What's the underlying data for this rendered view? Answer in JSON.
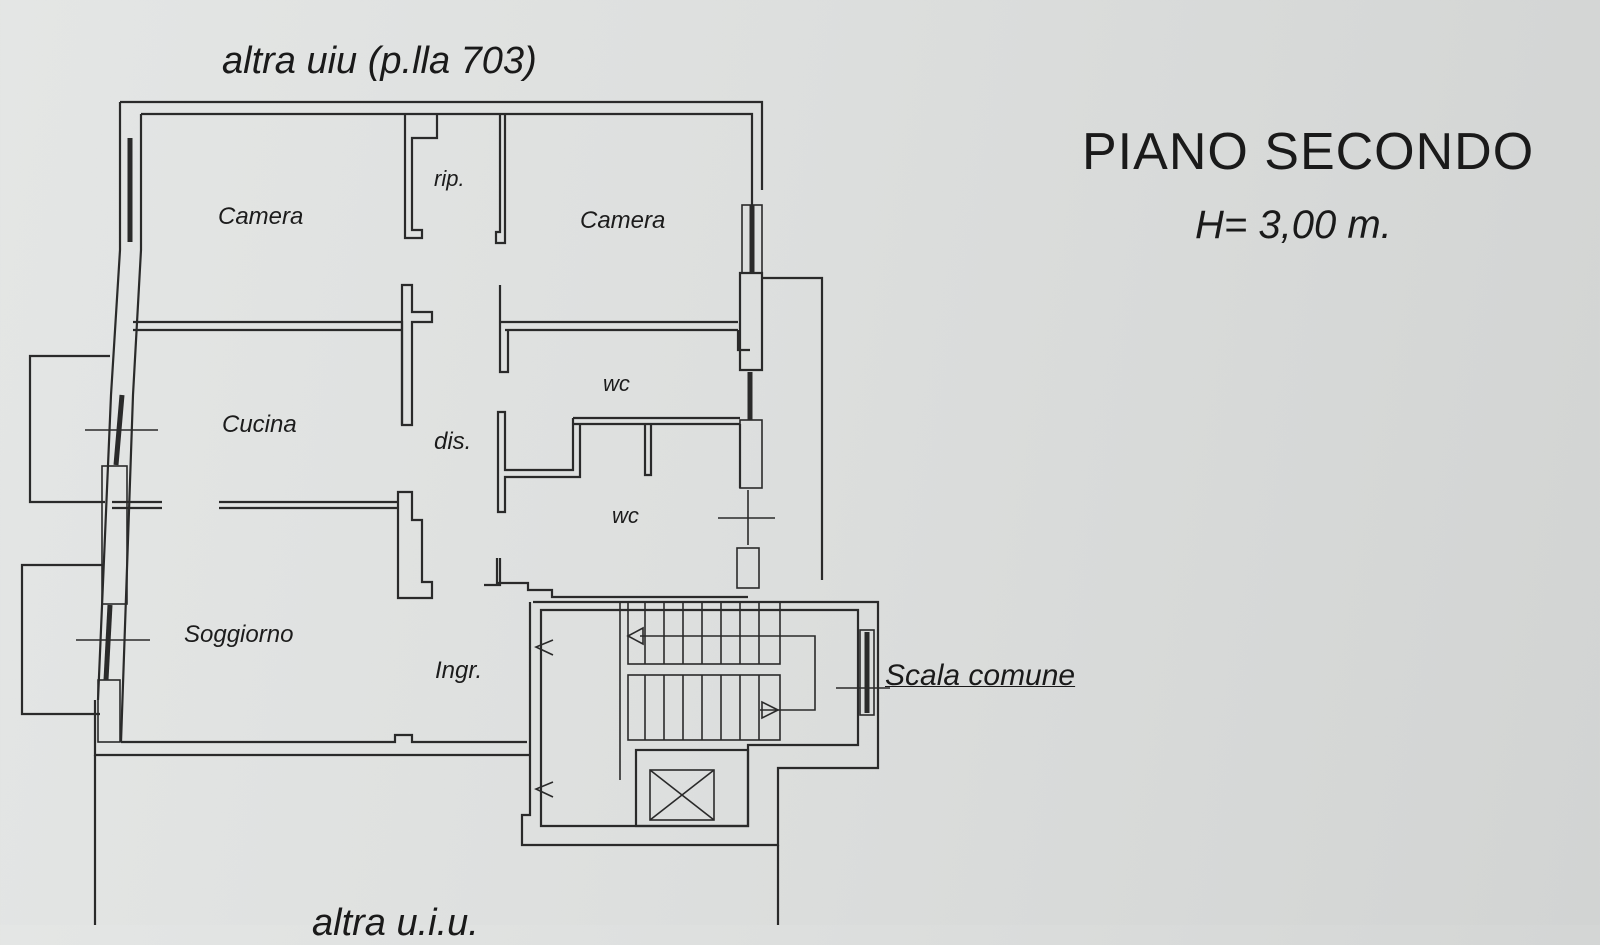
{
  "header": {
    "floor_title": "PIANO SECONDO",
    "height_label": "H= 3,00 m."
  },
  "neighbors": {
    "top": "altra uiu (p.lla 703)",
    "bottom": "altra u.i.u."
  },
  "rooms": {
    "camera_left": "Camera",
    "ripostiglio": "rip.",
    "camera_right": "Camera",
    "wc_upper": "wc",
    "cucina": "Cucina",
    "disimpegno": "dis.",
    "wc_lower": "wc",
    "soggiorno": "Soggiorno",
    "ingresso": "Ingr."
  },
  "stair": {
    "label": "Scala comune"
  },
  "colors": {
    "line": "#2a2a2a",
    "paper": "#dfe1e0",
    "text": "#1a1a1a"
  }
}
